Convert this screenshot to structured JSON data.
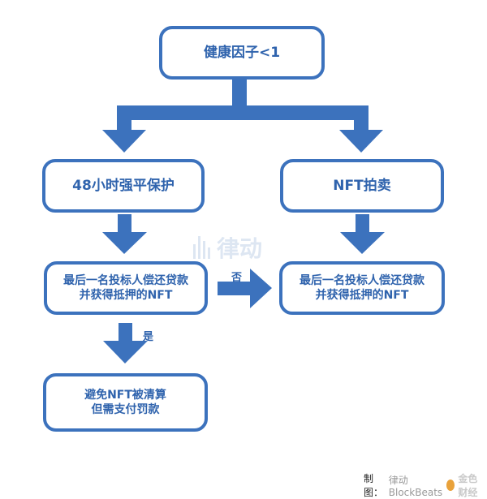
{
  "nodes": {
    "health_factor": "健康因子<1",
    "protection_48h": "48小时强平保护",
    "nft_auction": "NFT拍卖",
    "last_bidder_left": [
      "最后一名投标人偿还贷款",
      "并获得抵押的NFT"
    ],
    "last_bidder_right": [
      "最后一名投标人偿还贷款",
      "并获得抵押的NFT"
    ],
    "avoid_liquidation": [
      "避免NFT被清算",
      "但需支付罚款"
    ]
  },
  "edge_labels": {
    "no": "否",
    "yes": "是"
  },
  "watermark": {
    "text": "律动"
  },
  "credit": {
    "prefix": "制图：",
    "author": "律动BlockBeats",
    "logo_text": "金色财经"
  },
  "colors": {
    "accent": "#3c72bd",
    "text": "#2f63ad",
    "background": "#ffffff"
  }
}
